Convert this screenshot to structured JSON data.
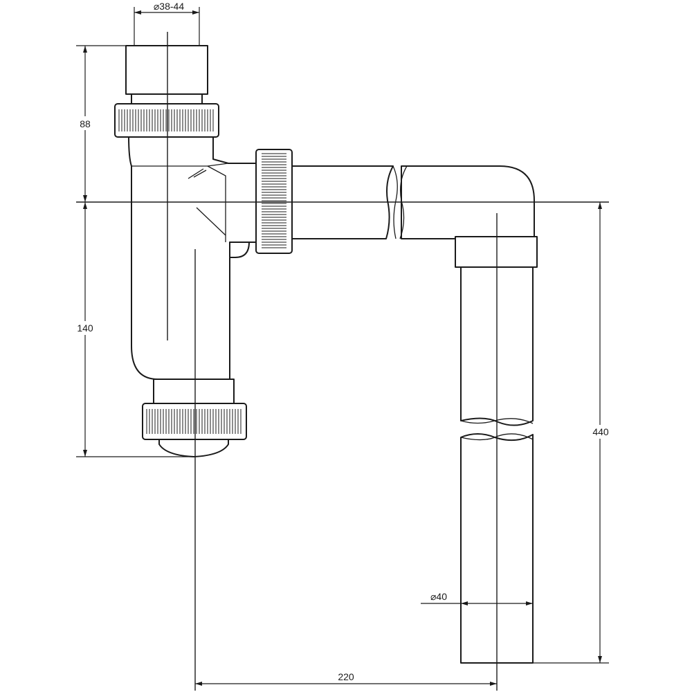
{
  "dimensions": {
    "top_diameter": "⌀38-44",
    "height_upper": "88",
    "height_lower": "140",
    "height_total": "440",
    "pipe_diameter": "⌀40",
    "width_offset": "220"
  }
}
